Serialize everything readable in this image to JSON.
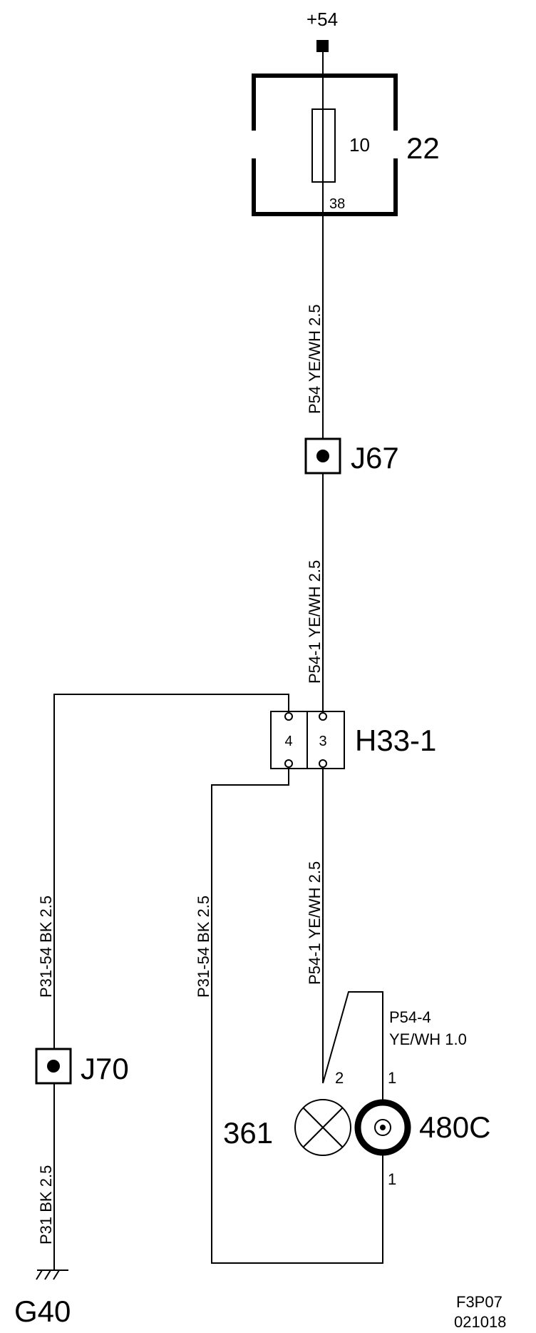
{
  "supply": {
    "label": "+54"
  },
  "fuse_box": {
    "id": "22",
    "fuse_rating": "10",
    "pin": "38"
  },
  "connectors": {
    "j67": "J67",
    "j70": "J70",
    "h33": {
      "id": "H33-1",
      "pin_left": "4",
      "pin_right": "3"
    }
  },
  "wires": {
    "upper": "P54  YE/WH  2.5",
    "middle": "P54-1  YE/WH  2.5",
    "lower": "P54-1  YE/WH  2.5",
    "ground_upper": "P31-54  BK  2.5",
    "ground_inner": "P31-54  BK  2.5",
    "ground_lower": "P31  BK  2.5",
    "switch_feed_line1": "P54-4",
    "switch_feed_line2": "YE/WH 1.0"
  },
  "components": {
    "lamp": {
      "id": "361",
      "pin": "2"
    },
    "switch": {
      "id": "480C",
      "pin_top": "1",
      "pin_bottom": "1"
    }
  },
  "ground": {
    "id": "G40"
  },
  "footer": {
    "line1": "F3P07",
    "line2": "021018"
  }
}
